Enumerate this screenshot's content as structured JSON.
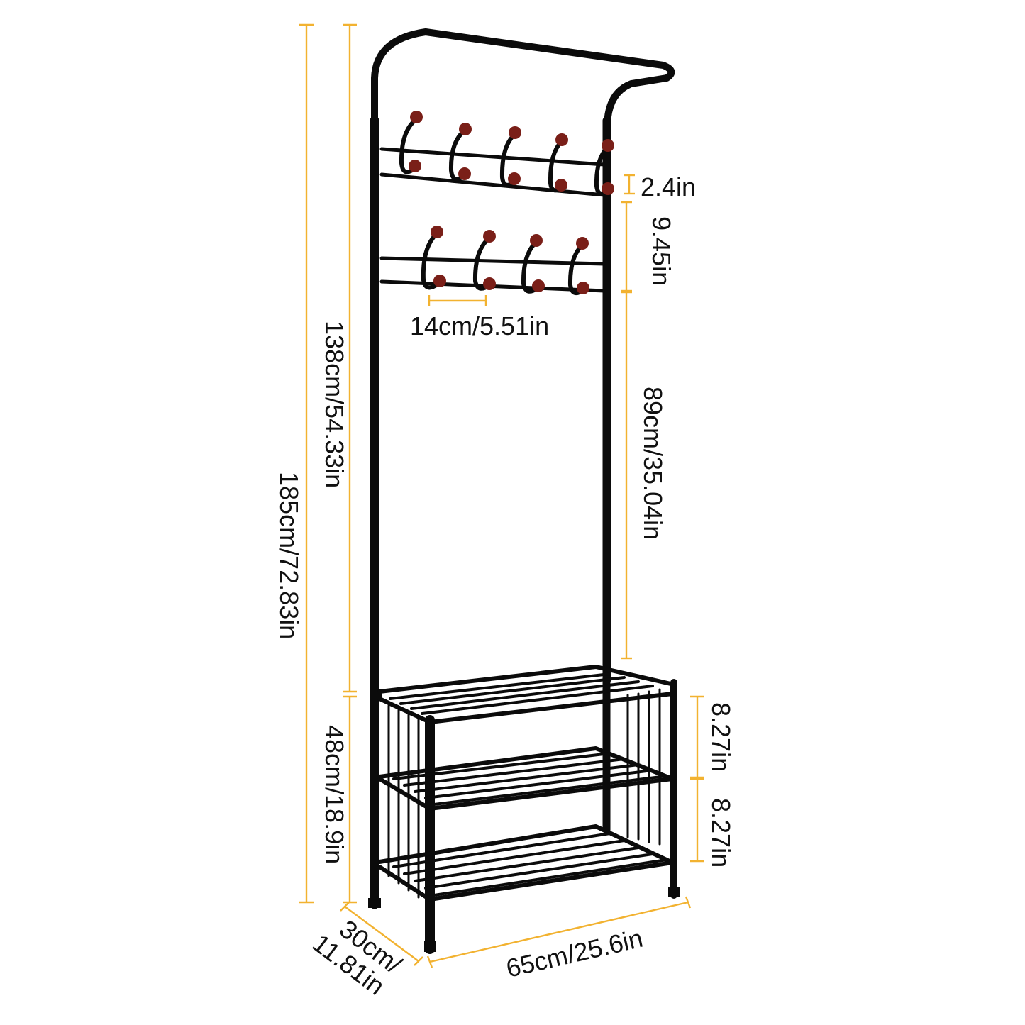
{
  "colors": {
    "background": "#ffffff",
    "frame": "#0b0b0b",
    "dimension_line": "#f2b230",
    "hook_knob": "#7a1f18",
    "text": "#111111"
  },
  "dimensions": {
    "total_height": "185cm/72.83in",
    "hook_section_height": "138cm/54.33in",
    "shoe_rack_height": "48cm/18.9in",
    "hook_spacing": "14cm/5.51in",
    "top_hook_bar_gap": "2.4in",
    "hook_bar_distance": "9.45in",
    "lower_hook_to_shelf": "89cm/35.04in",
    "shelf_gap_upper": "8.27in",
    "shelf_gap_lower": "8.27in",
    "width": "65cm/25.6in",
    "depth_line1": "30cm/",
    "depth_line2": "11.81in"
  },
  "product": {
    "upper_hook_count": 5,
    "lower_hook_count": 4,
    "shelf_count": 3
  }
}
